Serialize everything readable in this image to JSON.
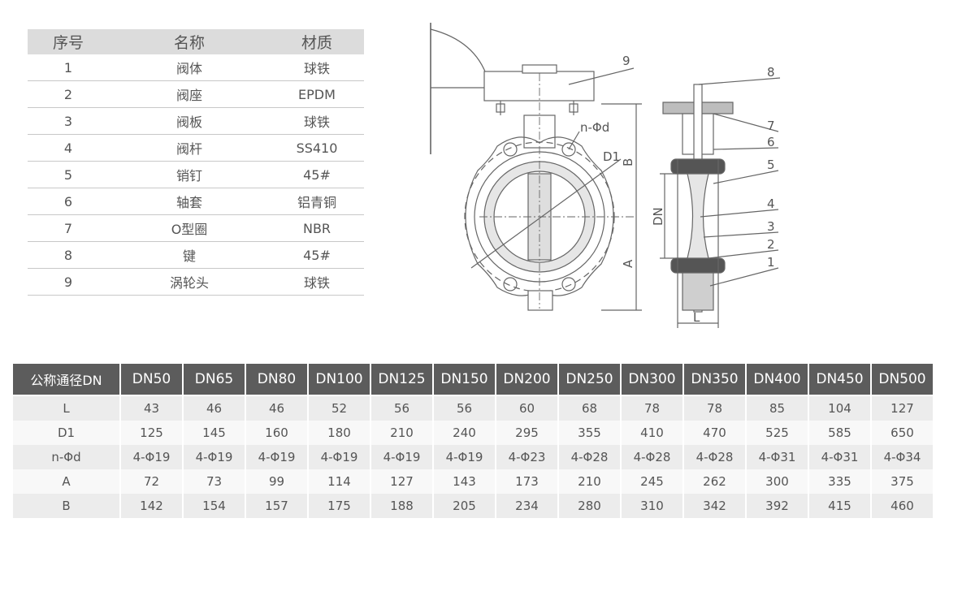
{
  "parts_table": {
    "headers": [
      "序号",
      "名称",
      "材质"
    ],
    "rows": [
      [
        "1",
        "阀体",
        "球铁"
      ],
      [
        "2",
        "阀座",
        "EPDM"
      ],
      [
        "3",
        "阀板",
        "球铁"
      ],
      [
        "4",
        "阀杆",
        "SS410"
      ],
      [
        "5",
        "销钉",
        "45#"
      ],
      [
        "6",
        "轴套",
        "铝青铜"
      ],
      [
        "7",
        "O型圈",
        "NBR"
      ],
      [
        "8",
        "键",
        "45#"
      ],
      [
        "9",
        "涡轮头",
        "球铁"
      ]
    ]
  },
  "drawing": {
    "callouts": [
      "1",
      "2",
      "3",
      "4",
      "5",
      "6",
      "7",
      "8",
      "9"
    ],
    "dimension_labels": {
      "nphid": "n-Φd",
      "d1": "D1",
      "b": "B",
      "a": "A",
      "dn": "DN",
      "l": "L"
    }
  },
  "dimension_table": {
    "header_label": "公称通径DN",
    "columns": [
      "DN50",
      "DN65",
      "DN80",
      "DN100",
      "DN125",
      "DN150",
      "DN200",
      "DN250",
      "DN300",
      "DN350",
      "DN400",
      "DN450",
      "DN500"
    ],
    "rows": [
      {
        "label": "L",
        "values": [
          "43",
          "46",
          "46",
          "52",
          "56",
          "56",
          "60",
          "68",
          "78",
          "78",
          "85",
          "104",
          "127"
        ]
      },
      {
        "label": "D1",
        "values": [
          "125",
          "145",
          "160",
          "180",
          "210",
          "240",
          "295",
          "355",
          "410",
          "470",
          "525",
          "585",
          "650"
        ]
      },
      {
        "label": "n-Φd",
        "values": [
          "4-Φ19",
          "4-Φ19",
          "4-Φ19",
          "4-Φ19",
          "4-Φ19",
          "4-Φ19",
          "4-Φ23",
          "4-Φ28",
          "4-Φ28",
          "4-Φ28",
          "4-Φ31",
          "4-Φ31",
          "4-Φ34"
        ]
      },
      {
        "label": "A",
        "values": [
          "72",
          "73",
          "99",
          "114",
          "127",
          "143",
          "173",
          "210",
          "245",
          "262",
          "300",
          "335",
          "375"
        ]
      },
      {
        "label": "B",
        "values": [
          "142",
          "154",
          "157",
          "175",
          "188",
          "205",
          "234",
          "280",
          "310",
          "342",
          "392",
          "415",
          "460"
        ]
      }
    ]
  }
}
